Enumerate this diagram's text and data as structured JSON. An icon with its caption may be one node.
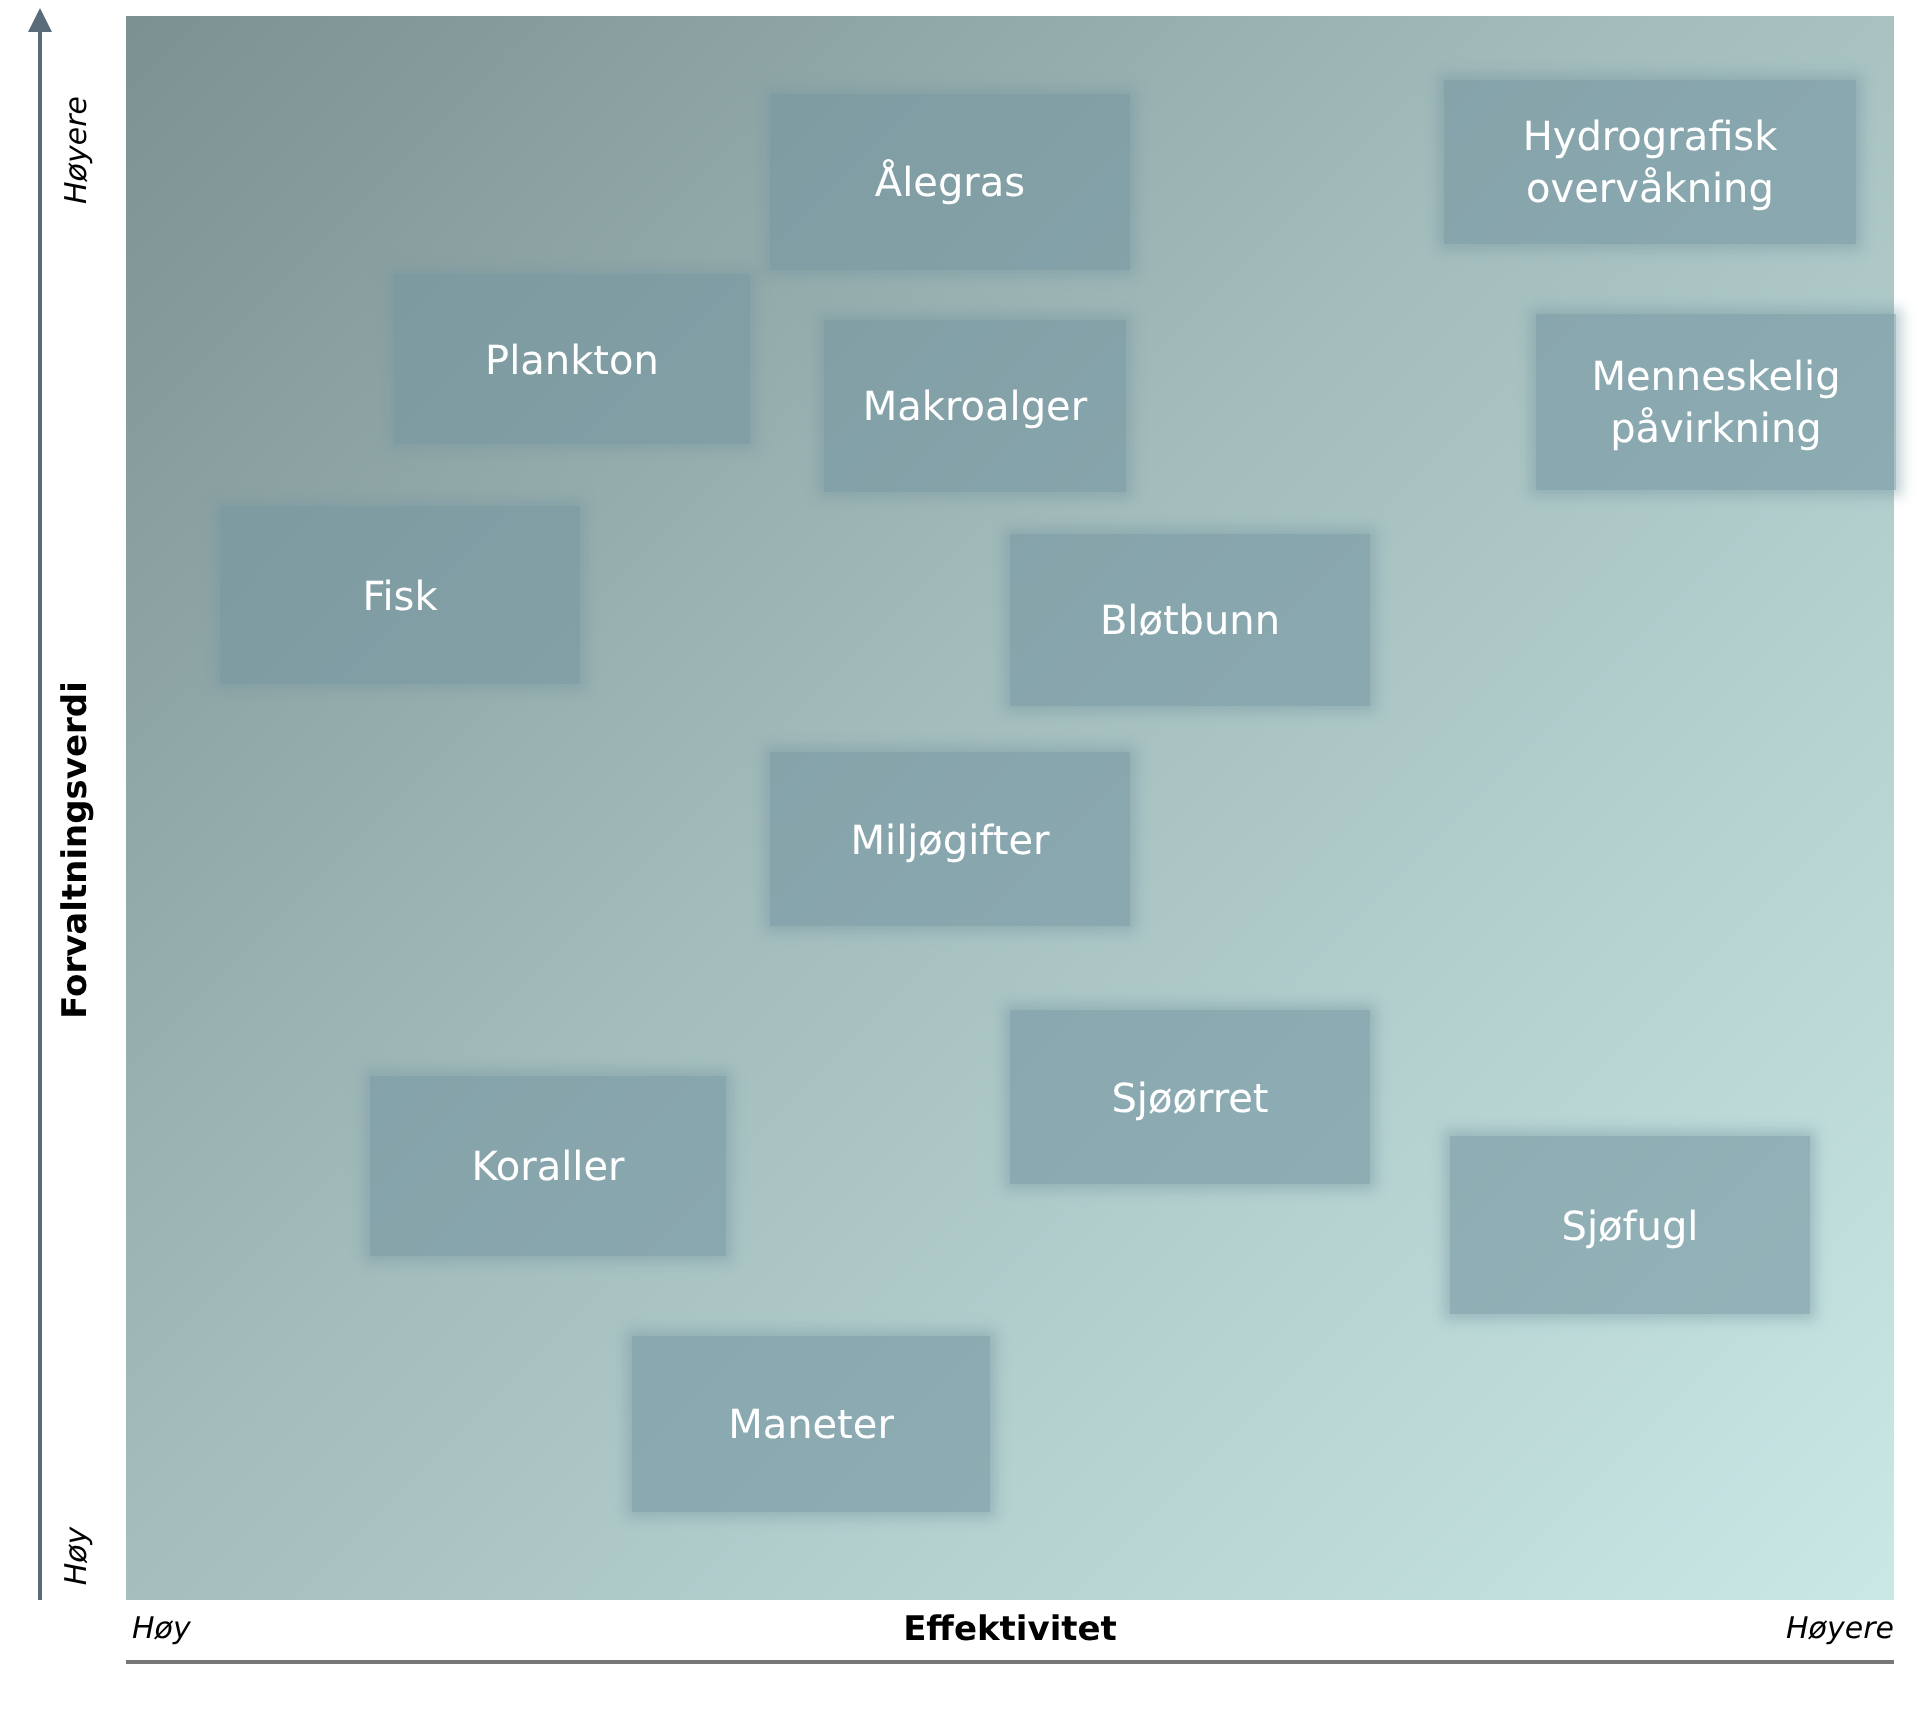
{
  "diagram": {
    "nodes": [
      {
        "text": [
          "Ålegras"
        ]
      },
      {
        "text": [
          "Hydrografisk overvåkning"
        ]
      },
      {
        "text": [
          "Plankton"
        ]
      },
      {
        "text": [
          "Makroalger"
        ]
      },
      {
        "text": [
          "Menneskelig påvirkning"
        ]
      },
      {
        "text": [
          "Fisk"
        ]
      },
      {
        "text": [
          "Bløtbunn"
        ]
      },
      {
        "text": [
          "Miljøgifter"
        ]
      },
      {
        "text": [
          "Sjøørret"
        ]
      },
      {
        "text": [
          "Koraller"
        ]
      },
      {
        "text": [
          "Sjøfugl"
        ]
      },
      {
        "text": [
          "Maneter"
        ]
      }
    ],
    "labels": [
      "Høyere",
      "Forvaltningsverdi",
      "Høy",
      "Høy",
      "Effektivitet",
      "Høyere"
    ]
  }
}
